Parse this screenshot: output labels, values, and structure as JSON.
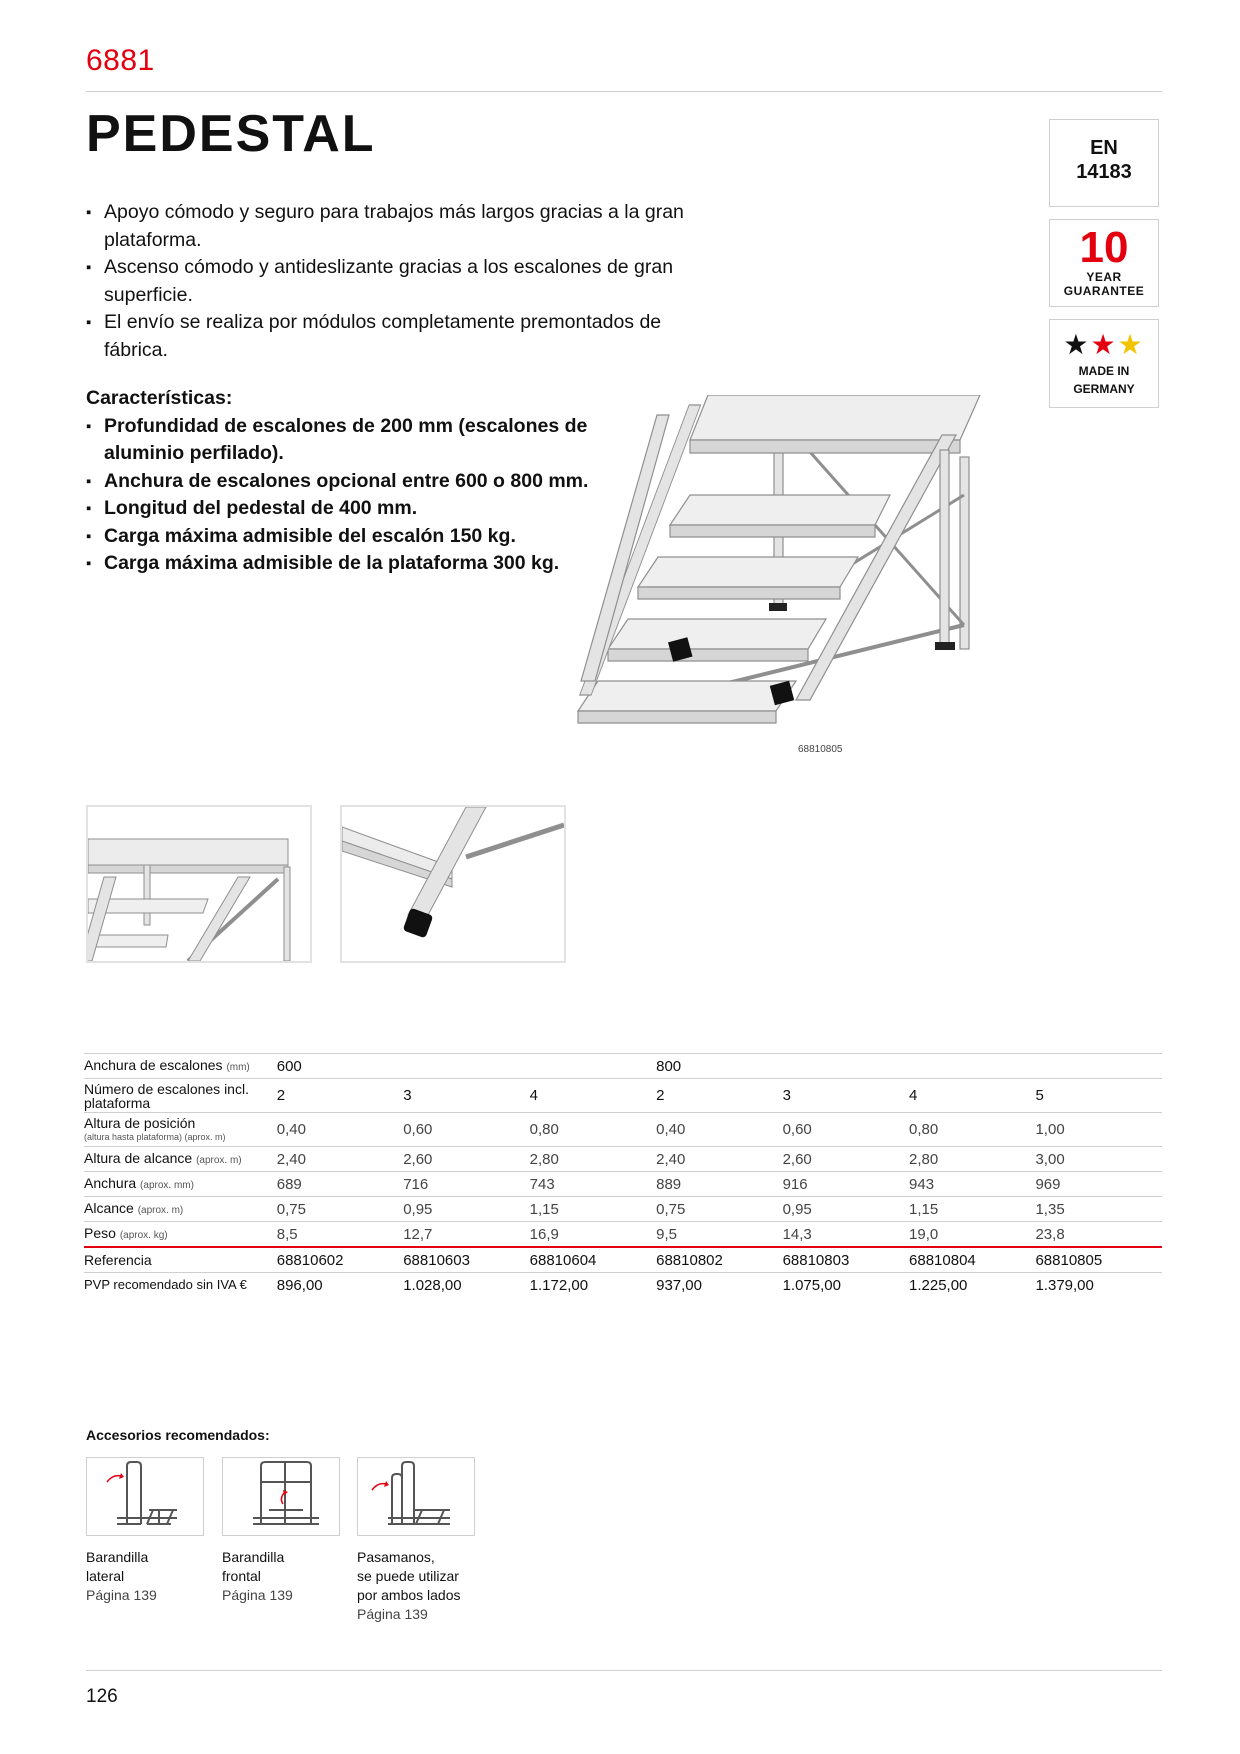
{
  "header": {
    "code": "6881",
    "title": "PEDESTAL"
  },
  "features": [
    "Apoyo cómodo y seguro para trabajos más largos gracias a la gran plataforma.",
    "Ascenso cómodo y antideslizante gracias a los escalones de gran superficie.",
    "El envío se realiza por módulos completamente premontados de fábrica."
  ],
  "specs": {
    "heading": "Características:",
    "items": [
      "Profundidad de escalones de 200 mm (escalones de aluminio perfilado).",
      "Anchura de escalones opcional entre 600 o 800 mm.",
      "Longitud del pedestal de 400 mm.",
      "Carga máxima admisible del escalón 150 kg.",
      "Carga máxima admisible de la plataforma 300 kg."
    ]
  },
  "badges": {
    "en_line1": "EN",
    "en_line2": "14183",
    "guarantee_number": "10",
    "guarantee_line1": "YEAR",
    "guarantee_line2": "GUARANTEE",
    "germany_line1": "MADE IN",
    "germany_line2": "GERMANY"
  },
  "image_ref": "68810805",
  "table": {
    "width_label": "Anchura de escalones",
    "width_unit": "(mm)",
    "widths": [
      "600",
      "",
      "",
      "800",
      "",
      "",
      ""
    ],
    "steps_label": "Número de escalones incl. plataforma",
    "steps": [
      "2",
      "3",
      "4",
      "2",
      "3",
      "4",
      "5"
    ],
    "standing_label": "Altura de posición",
    "standing_sub": "(altura hasta plataforma) (aprox. m)",
    "standing": [
      "0,40",
      "0,60",
      "0,80",
      "0,40",
      "0,60",
      "0,80",
      "1,00"
    ],
    "reach_label": "Altura de alcance",
    "reach_unit": "(aprox. m)",
    "reach": [
      "2,40",
      "2,60",
      "2,80",
      "2,40",
      "2,60",
      "2,80",
      "3,00"
    ],
    "anchura_label": "Anchura",
    "anchura_unit": "(aprox. mm)",
    "anchura": [
      "689",
      "716",
      "743",
      "889",
      "916",
      "943",
      "969"
    ],
    "alcance_label": "Alcance",
    "alcance_unit": "(aprox. m)",
    "alcance": [
      "0,75",
      "0,95",
      "1,15",
      "0,75",
      "0,95",
      "1,15",
      "1,35"
    ],
    "peso_label": "Peso",
    "peso_unit": "(aprox. kg)",
    "peso": [
      "8,5",
      "12,7",
      "16,9",
      "9,5",
      "14,3",
      "19,0",
      "23,8"
    ],
    "ref_label": "Referencia",
    "refs": [
      "68810602",
      "68810603",
      "68810604",
      "68810802",
      "68810803",
      "68810804",
      "68810805"
    ],
    "price_label": "PVP recomendado sin IVA €",
    "prices": [
      "896,00",
      "1.028,00",
      "1.172,00",
      "937,00",
      "1.075,00",
      "1.225,00",
      "1.379,00"
    ]
  },
  "accessories": {
    "title": "Accesorios recomendados:",
    "items": [
      {
        "line1": "Barandilla",
        "line2": "lateral",
        "line3": "",
        "page": "Página 139"
      },
      {
        "line1": "Barandilla",
        "line2": "frontal",
        "line3": "",
        "page": "Página 139"
      },
      {
        "line1": "Pasamanos,",
        "line2": "se puede utilizar",
        "line3": "por ambos lados",
        "page": "Página 139"
      }
    ]
  },
  "page_number": "126",
  "colors": {
    "accent": "#e3000f",
    "rule": "#cfcfcf",
    "star_black": "#111111",
    "star_red": "#e3000f",
    "star_gold": "#f2c300"
  },
  "icons": [
    "star-icon",
    "arrow-icon"
  ]
}
